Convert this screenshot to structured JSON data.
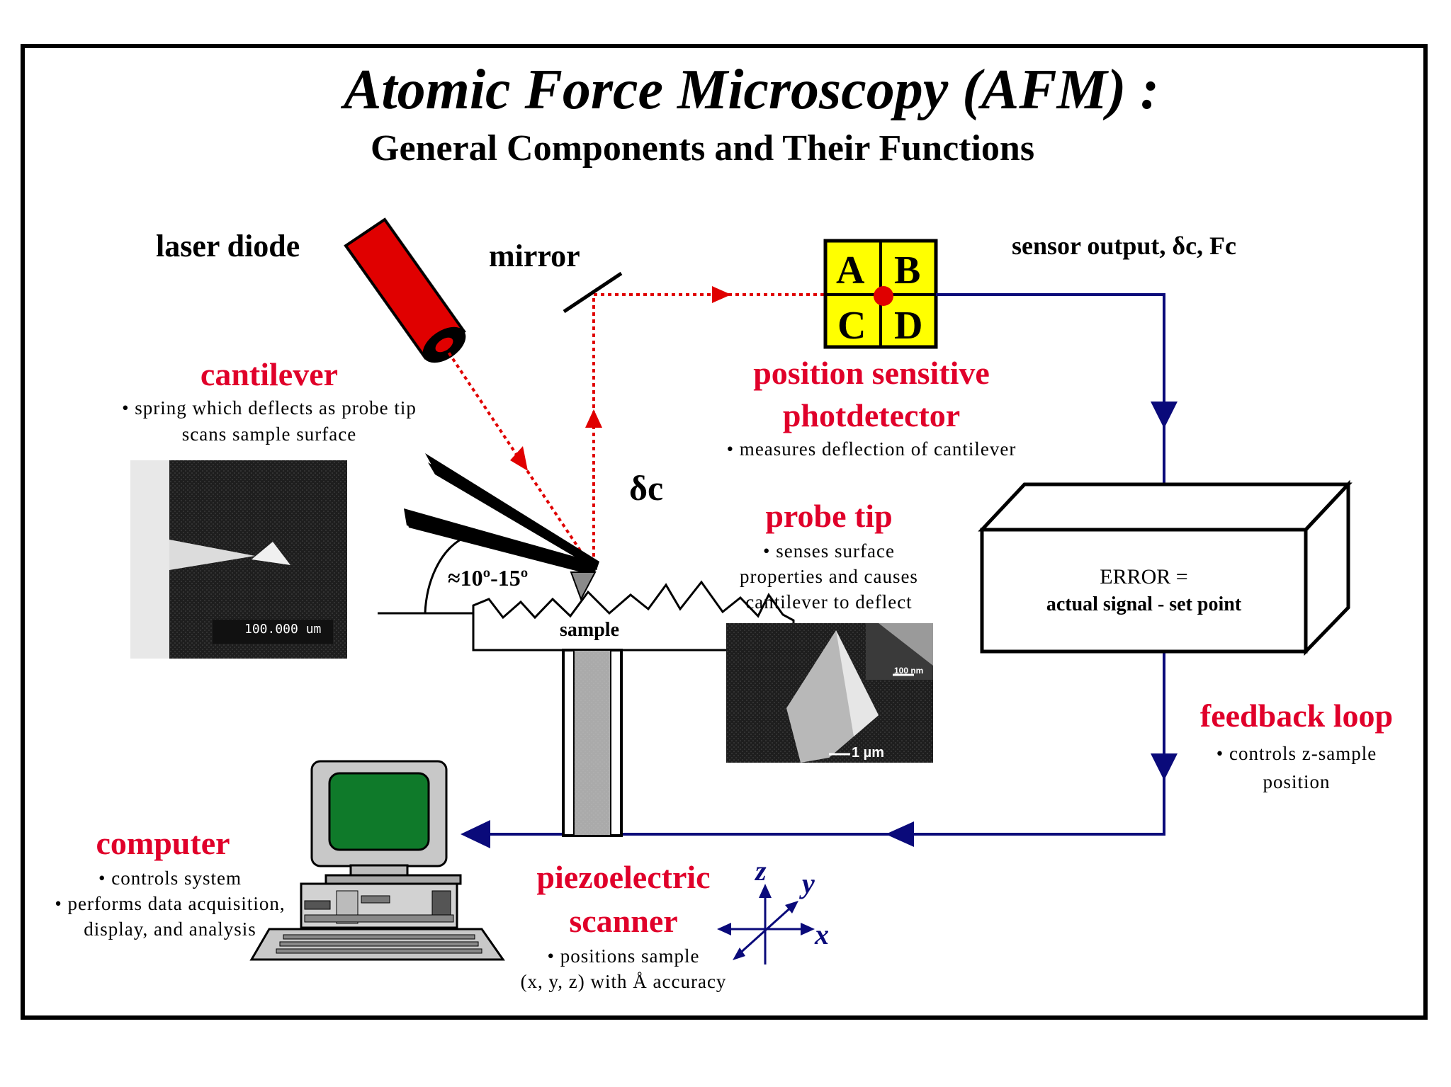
{
  "title": "Atomic Force Microscopy (AFM) :",
  "subtitle": "General Components and Their Functions",
  "labels": {
    "laser_diode": "laser diode",
    "mirror": "mirror",
    "sensor_output": "sensor output, δc, Fc",
    "delta_c": "δc",
    "angle": "≈10º-15º",
    "sample": "sample",
    "quadrants": [
      "A",
      "B",
      "C",
      "D"
    ],
    "error_line1": "ERROR =",
    "error_line2": "actual signal - set point",
    "cantilever_scale": "100.000 um",
    "tip_scale_small": "100 nm",
    "tip_scale_large": "1 µm",
    "axis_z": "z",
    "axis_y": "y",
    "axis_x": "x"
  },
  "components": {
    "cantilever": {
      "name": "cantilever",
      "notes": [
        "• spring which deflects as probe tip",
        "scans sample surface"
      ]
    },
    "photodetector": {
      "name_line1": "position sensitive",
      "name_line2": "photdetector",
      "note": "• measures deflection of cantilever"
    },
    "probe_tip": {
      "name": "probe tip",
      "notes": [
        "• senses surface",
        "properties and causes",
        "cantilever to deflect"
      ]
    },
    "feedback_loop": {
      "name": "feedback loop",
      "notes": [
        "• controls z-sample",
        "position"
      ]
    },
    "computer": {
      "name": "computer",
      "notes": [
        "• controls system",
        "• performs data acquisition,",
        "display, and analysis"
      ]
    },
    "scanner": {
      "name_line1": "piezoelectric",
      "name_line2": "scanner",
      "notes": [
        "• positions sample",
        "(x, y, z) with Å accuracy"
      ]
    }
  },
  "colors": {
    "accent_red": "#e0002a",
    "laser_red": "#e00000",
    "wire_navy": "#0a0a7a",
    "detector_yellow": "#ffff00",
    "screen_green": "#0f7a2a"
  }
}
